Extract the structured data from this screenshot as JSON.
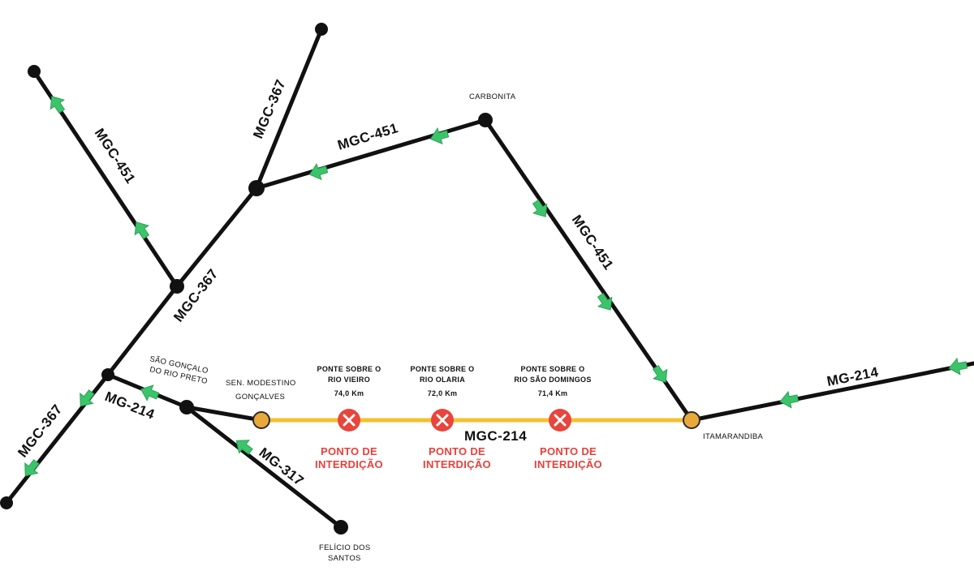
{
  "roads": {
    "mgc367_top": "MGC-367",
    "mgc367_mid": "MGC-367",
    "mgc367_bottom": "MGC-367",
    "mgc451_left": "MGC-451",
    "mgc451_top": "MGC-451",
    "mgc451_right": "MGC-451",
    "mg214_left": "MG-214",
    "mgc214_center": "MGC-214",
    "mg214_right": "MG-214",
    "mg317": "MG-317"
  },
  "places": {
    "carbonita": "CARBONITA",
    "sao_goncalo_line1": "SÃO GONÇALO",
    "sao_goncalo_line2": "DO RIO PRETO",
    "sen_modestino_line1": "SEN. MODESTINO",
    "sen_modestino_line2": "GONÇALVES",
    "itamarandiba": "ITAMARANDIBA",
    "felicio_line1": "FELÍCIO DOS",
    "felicio_line2": "SANTOS"
  },
  "bridges": [
    {
      "line1": "PONTE SOBRE O",
      "line2": "RIO VIEIRO",
      "km": "74,0 Km",
      "status1": "PONTO DE",
      "status2": "INTERDIÇÃO"
    },
    {
      "line1": "PONTE SOBRE O",
      "line2": "RIO OLARIA",
      "km": "72,0 Km",
      "status1": "PONTO DE",
      "status2": "INTERDIÇÃO"
    },
    {
      "line1": "PONTE SOBRE O",
      "line2": "RIO SÃO DOMINGOS",
      "km": "71,4 Km",
      "status1": "PONTO DE",
      "status2": "INTERDIÇÃO"
    }
  ],
  "colors": {
    "road": "#111111",
    "blocked_road": "#f2c12e",
    "city_marker": "#e9a93a",
    "direction_arrow": "#3cc46b",
    "interdiction": "#e8403a"
  },
  "icons": {
    "direction": "green-direction-arrow-icon",
    "blocked": "red-x-circle-icon"
  }
}
